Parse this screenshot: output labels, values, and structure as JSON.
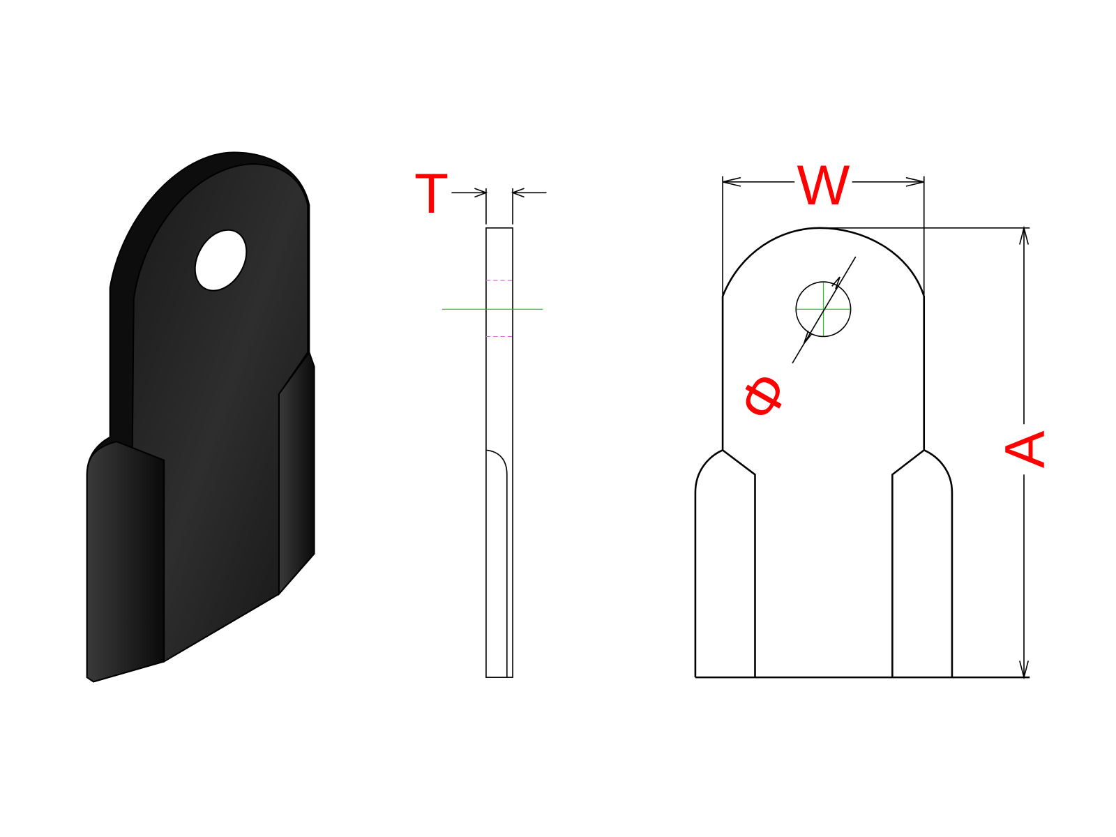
{
  "labels": {
    "thickness": "T",
    "width": "W",
    "hole_diameter": "Φ",
    "length": "A"
  },
  "colors": {
    "dimension_text": "#ff0000",
    "centerline": "#00cc00",
    "hidden_line": "#cc66cc",
    "part": "#111111"
  }
}
